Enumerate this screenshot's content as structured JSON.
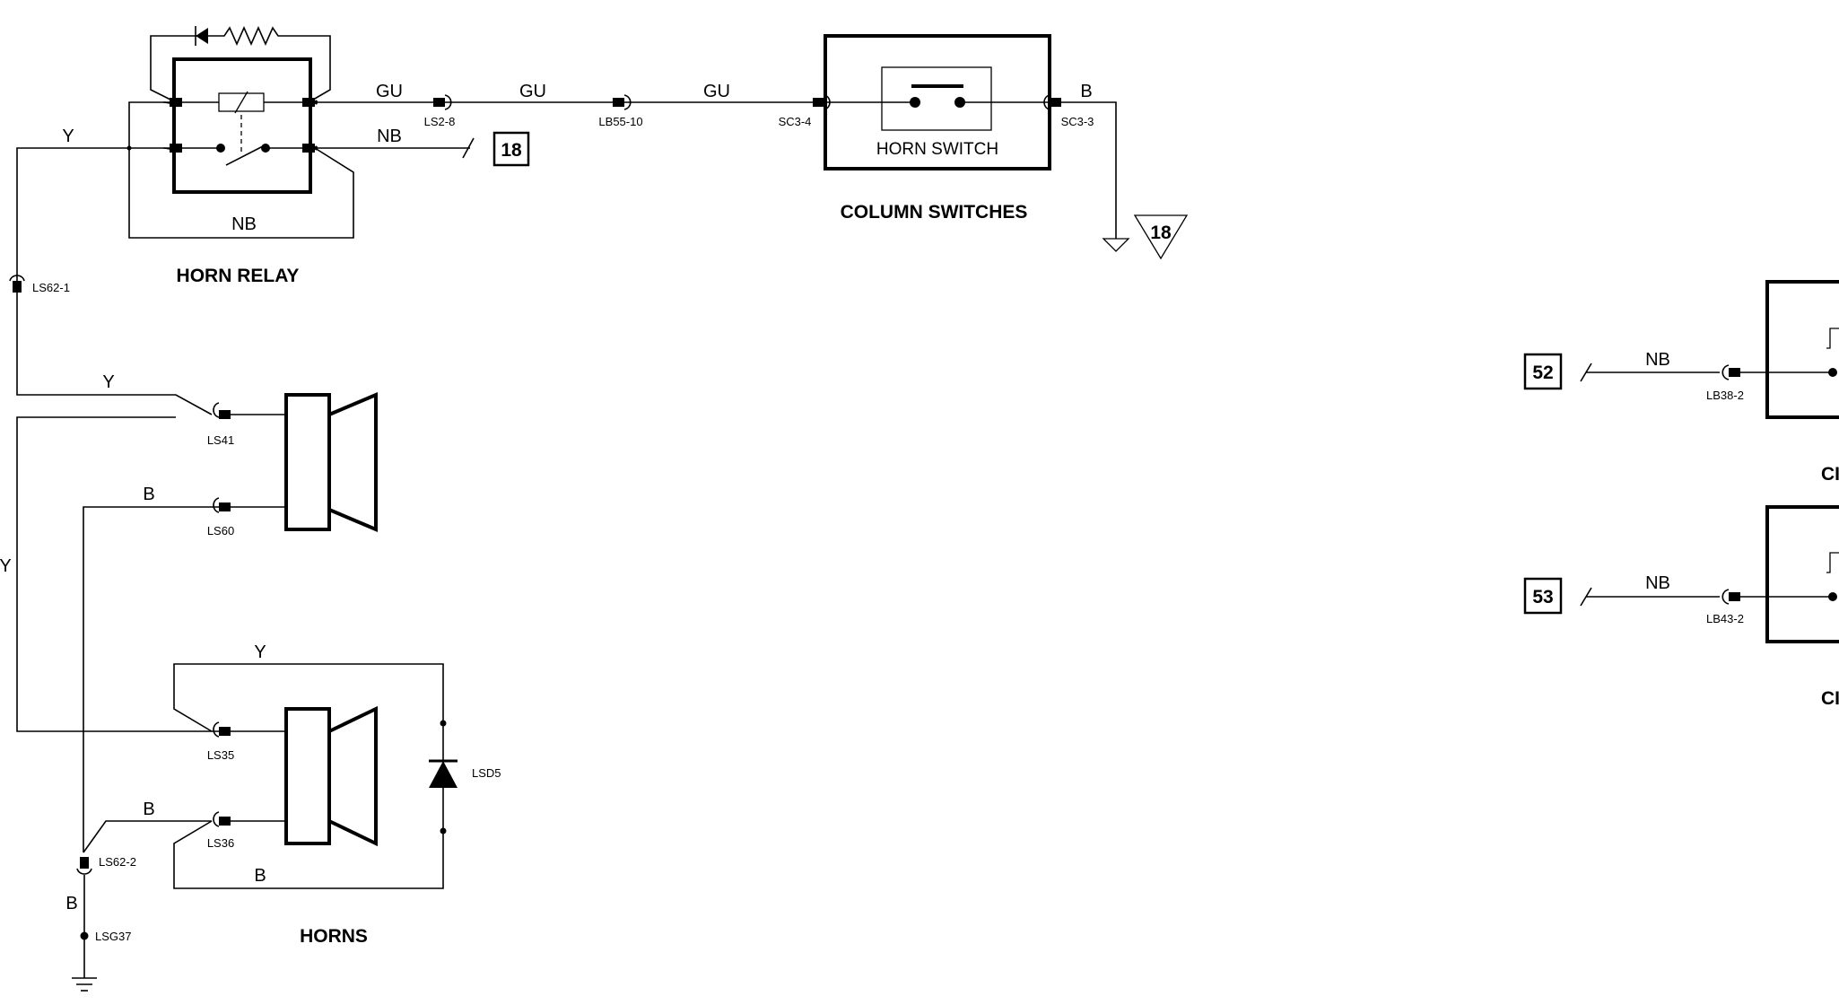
{
  "titles": {
    "horn_relay": "HORN RELAY",
    "column_switches": "COLUMN SWITCHES",
    "horns": "HORNS",
    "ci_top": "CI",
    "ci_bottom": "CI"
  },
  "switch_label": "HORN SWITCH",
  "wire_labels": {
    "y_relay": "Y",
    "gu_1": "GU",
    "gu_2": "GU",
    "gu_3": "GU",
    "nb_relay": "NB",
    "nb_loop": "NB",
    "b_switch": "B",
    "y_horn1": "Y",
    "b_horn1": "B",
    "y_left": "Y",
    "y_horn2_top": "Y",
    "b_horn2": "B",
    "b_horn2_bottom": "B",
    "b_ground": "B",
    "nb_52": "NB",
    "nb_53": "NB"
  },
  "connectors": {
    "ls2_8": "LS2-8",
    "lb55_10": "LB55-10",
    "sc3_4": "SC3-4",
    "sc3_3": "SC3-3",
    "ls62_1": "LS62-1",
    "ls41": "LS41",
    "ls60": "LS60",
    "ls35": "LS35",
    "ls36": "LS36",
    "ls62_2": "LS62-2",
    "lsg37": "LSG37",
    "lsd5": "LSD5",
    "lb38_2": "LB38-2",
    "lb43_2": "LB43-2"
  },
  "references": {
    "ref_18_box": "18",
    "ref_18_triangle": "18",
    "ref_52": "52",
    "ref_53": "53"
  }
}
